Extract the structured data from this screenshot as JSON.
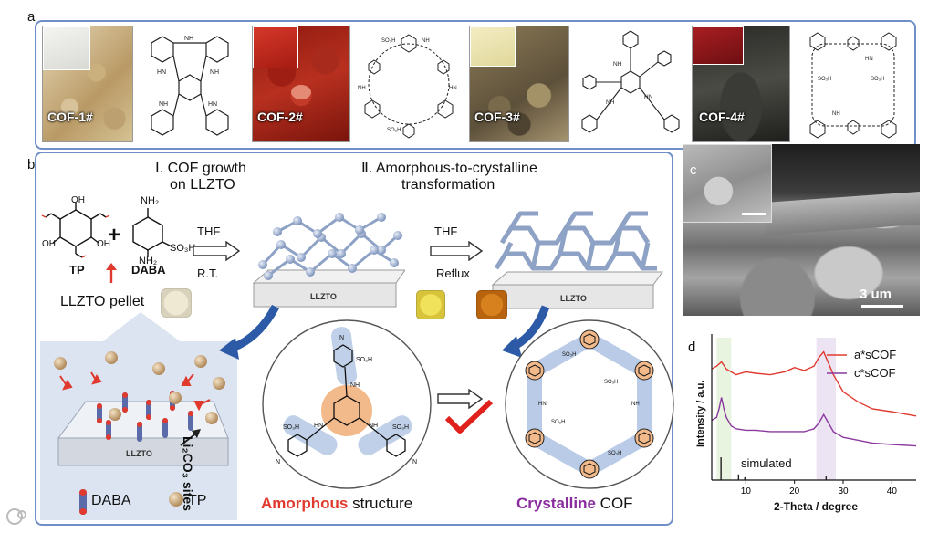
{
  "panel_a": {
    "letter": "a",
    "cofs": [
      {
        "label": "COF-1#"
      },
      {
        "label": "COF-2#"
      },
      {
        "label": "COF-3#"
      },
      {
        "label": "COF-4#"
      }
    ]
  },
  "panel_b": {
    "letter": "b",
    "step1_line1": "Ⅰ. COF growth",
    "step1_line2": "on LLZTO",
    "step2_line1": "Ⅱ. Amorphous-to-crystalline",
    "step2_line2": "transformation",
    "tp_label": "TP",
    "daba_label": "DABA",
    "plus": "+",
    "cond1_top": "THF",
    "cond1_bottom": "R.T.",
    "cond2_top": "THF",
    "cond2_bottom": "Reflux",
    "llzto_pellet": "LLZTO pellet",
    "substrate_label": "LLZTO",
    "li2co3_sites": "Li₂CO₃ sites",
    "legend_daba": "DABA",
    "legend_tp": "TP",
    "amorphous_word": "Amorphous",
    "amorphous_rest": " structure",
    "crystalline_word": "Crystalline",
    "crystalline_rest": " COF",
    "so3h": "SO₃H",
    "nh2": "NH₂",
    "oh": "OH"
  },
  "panel_c": {
    "letter": "c",
    "scale_bar": "3 um"
  },
  "panel_d": {
    "letter": "d",
    "ylabel": "Intensity / a.u.",
    "xlabel": "2-Theta / degree",
    "simulated_label": "simulated",
    "chart_data": {
      "type": "line",
      "title": "",
      "xlabel": "2-Theta / degree",
      "ylabel": "Intensity / a.u.",
      "xlim": [
        3,
        45
      ],
      "xticks": [
        10,
        20,
        30,
        40
      ],
      "series": [
        {
          "name": "a*sCOF",
          "color": "#e03a2f",
          "x": [
            3,
            4,
            5,
            6,
            8,
            10,
            12,
            15,
            18,
            20,
            22,
            24,
            25,
            26,
            27,
            28,
            30,
            33,
            36,
            40,
            45
          ],
          "y": [
            0.78,
            0.8,
            0.83,
            0.78,
            0.74,
            0.76,
            0.75,
            0.74,
            0.76,
            0.79,
            0.77,
            0.8,
            0.86,
            0.9,
            0.82,
            0.74,
            0.62,
            0.55,
            0.5,
            0.48,
            0.45
          ]
        },
        {
          "name": "c*sCOF",
          "color": "#8a3a9e",
          "x": [
            3,
            4,
            4.5,
            5,
            5.5,
            6,
            7,
            8,
            10,
            12,
            15,
            18,
            20,
            22,
            24,
            25,
            26,
            27,
            28,
            30,
            33,
            36,
            40,
            45
          ],
          "y": [
            0.42,
            0.44,
            0.5,
            0.58,
            0.5,
            0.44,
            0.38,
            0.36,
            0.35,
            0.35,
            0.34,
            0.34,
            0.34,
            0.34,
            0.36,
            0.4,
            0.46,
            0.4,
            0.34,
            0.3,
            0.28,
            0.26,
            0.25,
            0.24
          ]
        },
        {
          "name": "simulated",
          "color": "#222222",
          "sticks": [
            [
              4.9,
              0.16
            ],
            [
              8.5,
              0.04
            ],
            [
              9.8,
              0.02
            ],
            [
              26.5,
              0.03
            ]
          ]
        }
      ],
      "highlight_bands": [
        {
          "from": 4.0,
          "to": 7.0,
          "color": "#e8f4e0"
        },
        {
          "from": 24.5,
          "to": 28.5,
          "color": "#ece4f2"
        }
      ]
    }
  }
}
